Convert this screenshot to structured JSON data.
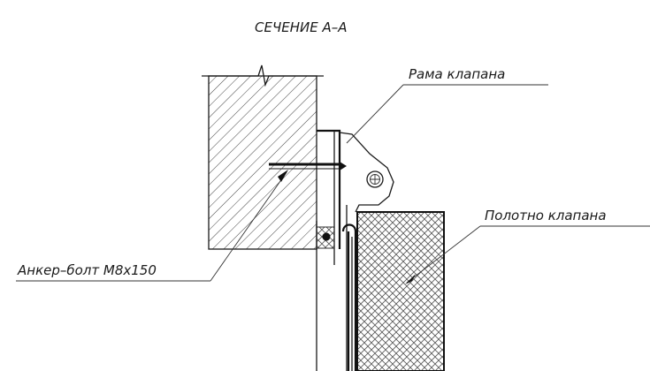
{
  "title": "СЕЧЕНИЕ А–А",
  "labels": {
    "frame": "Рама клапана",
    "panel": "Полотно клапана",
    "anchor": "Анкер–болт М8х150"
  }
}
